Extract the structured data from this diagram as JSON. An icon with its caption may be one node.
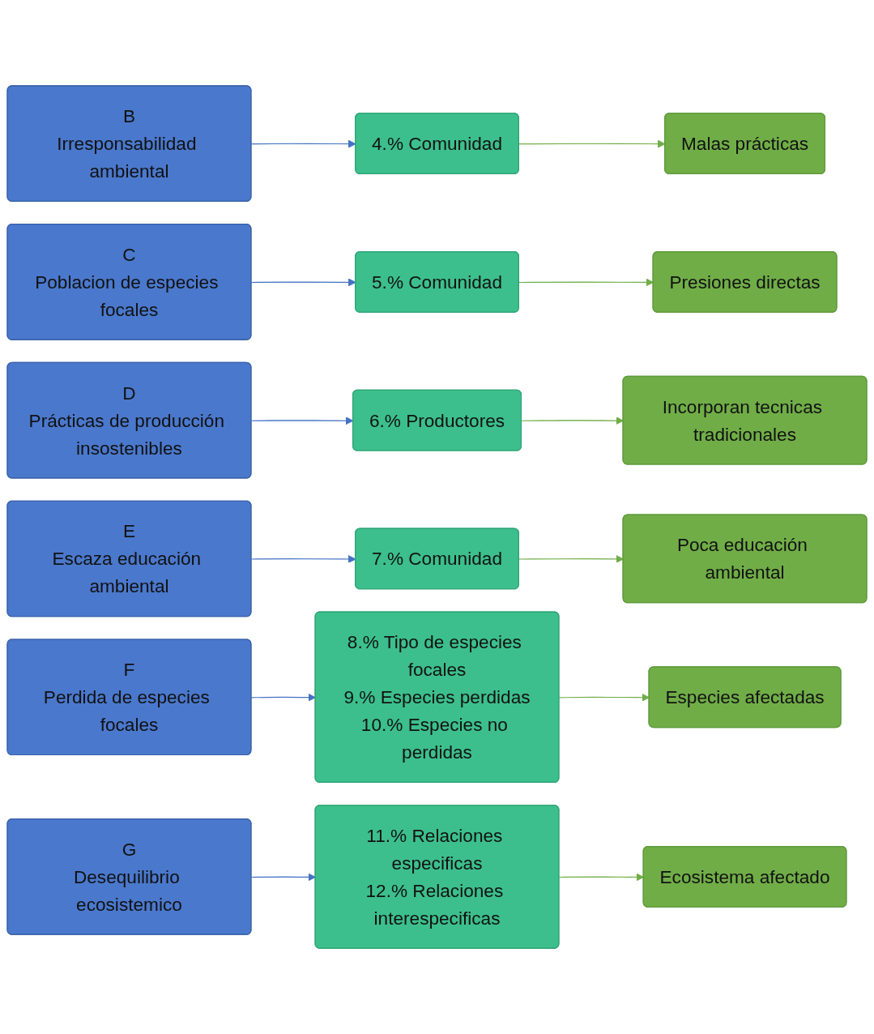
{
  "diagram": {
    "nodes": [
      {
        "text": [
          "B",
          "Irresponsabilidad ambiental"
        ]
      },
      {
        "text": [
          "4.% Comunidad"
        ]
      },
      {
        "text": [
          "Malas prácticas"
        ]
      },
      {
        "text": [
          "C",
          "Poblacion de especies focales"
        ]
      },
      {
        "text": [
          "5.% Comunidad"
        ]
      },
      {
        "text": [
          "Presiones directas"
        ]
      },
      {
        "text": [
          "D",
          "Prácticas de producción insostenibles"
        ]
      },
      {
        "text": [
          "6.% Productores"
        ]
      },
      {
        "text": [
          "Incorporan tecnicas tradicionales"
        ]
      },
      {
        "text": [
          "E",
          "Escaza educación ambiental"
        ]
      },
      {
        "text": [
          "7.% Comunidad"
        ]
      },
      {
        "text": [
          "Poca educación ambiental"
        ]
      },
      {
        "text": [
          "F",
          "Perdida de especies focales"
        ]
      },
      {
        "text": [
          "8.% Tipo de especies focales",
          "9.% Especies perdidas",
          "10.% Especies no perdidas"
        ]
      },
      {
        "text": [
          "Especies afectadas"
        ]
      },
      {
        "text": [
          "G",
          "Desequilibrio ecosistemico"
        ]
      },
      {
        "text": [
          "11.% Relaciones especificas",
          "12.% Relaciones interespecificas"
        ]
      },
      {
        "text": [
          "Ecosistema afectado"
        ]
      }
    ],
    "edges": [
      {
        "from": 0,
        "to": 1,
        "arrow": "to",
        "color": "#4472c4"
      },
      {
        "from": 1,
        "to": 2,
        "arrow": "to",
        "color": "#70ad47"
      },
      {
        "from": 3,
        "to": 4,
        "arrow": "to",
        "color": "#4472c4"
      },
      {
        "from": 4,
        "to": 5,
        "arrow": "to",
        "color": "#70ad47"
      },
      {
        "from": 6,
        "to": 7,
        "arrow": "to",
        "color": "#4472c4"
      },
      {
        "from": 7,
        "to": 8,
        "arrow": "to",
        "color": "#70ad47"
      },
      {
        "from": 9,
        "to": 10,
        "arrow": "to",
        "color": "#4472c4"
      },
      {
        "from": 10,
        "to": 11,
        "arrow": "to",
        "color": "#70ad47"
      },
      {
        "from": 12,
        "to": 13,
        "arrow": "to",
        "color": "#4472c4"
      },
      {
        "from": 13,
        "to": 14,
        "arrow": "to",
        "color": "#70ad47"
      },
      {
        "from": 15,
        "to": 16,
        "arrow": "to",
        "color": "#4472c4"
      },
      {
        "from": 16,
        "to": 17,
        "arrow": "to",
        "color": "#70ad47"
      }
    ]
  }
}
